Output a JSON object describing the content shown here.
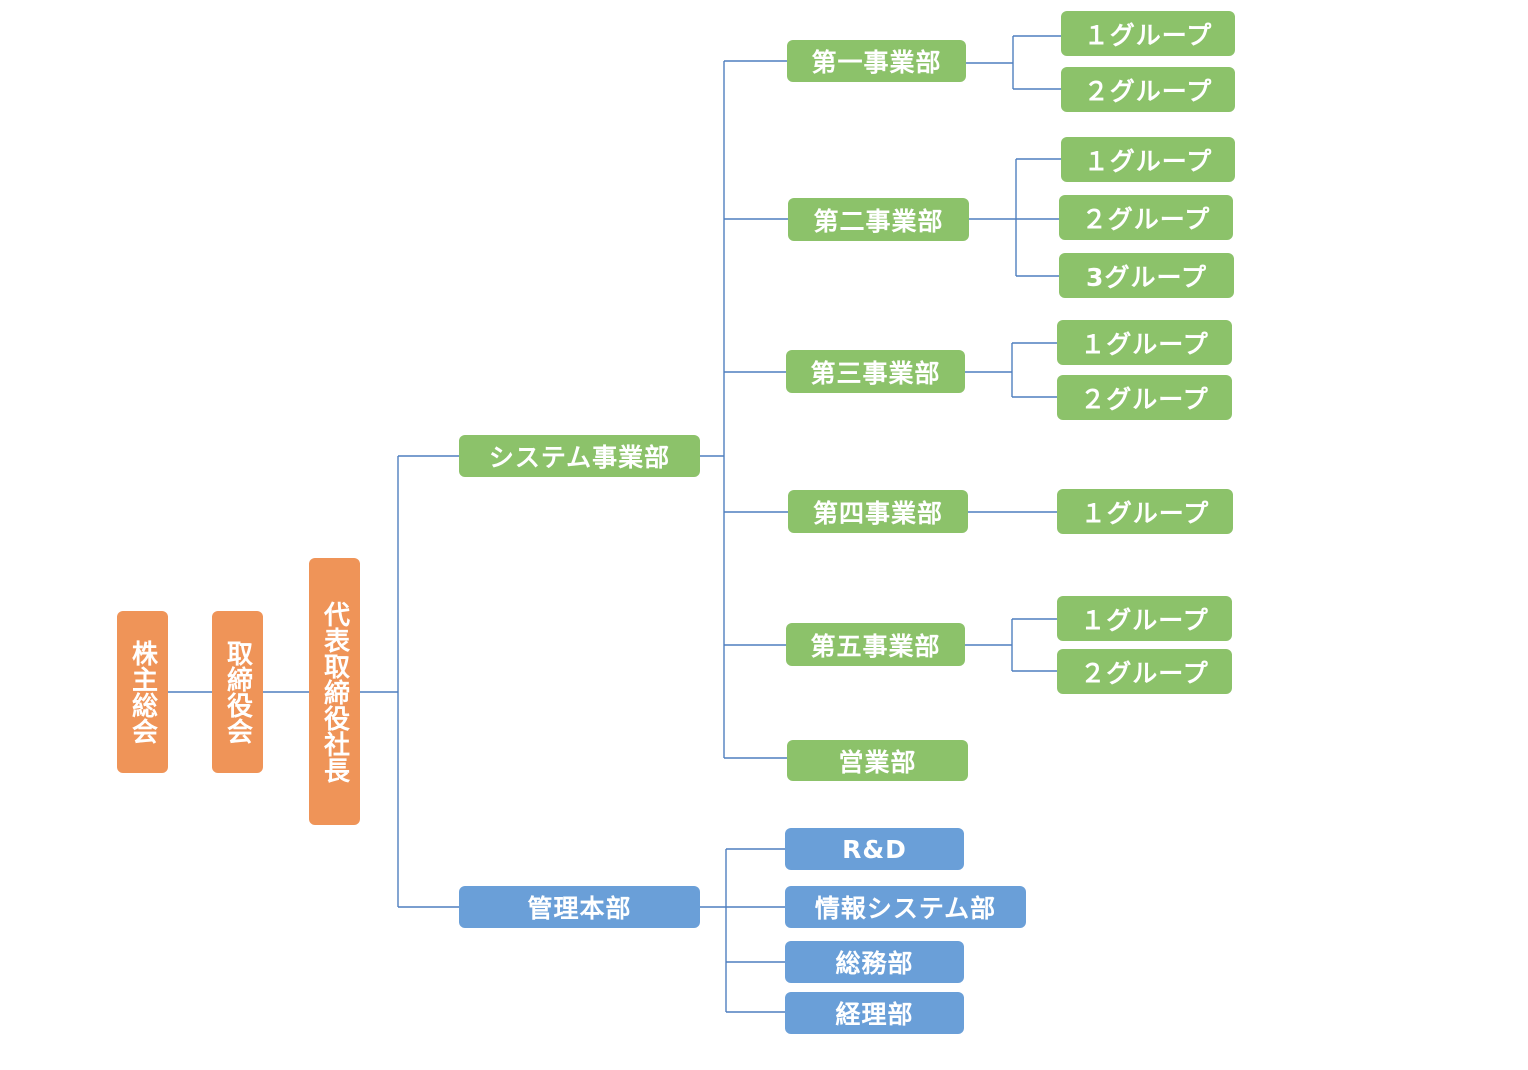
{
  "nodes": {
    "shareholders": "株主総会",
    "board": "取締役会",
    "president": "代表取締役社長",
    "system_div": "システム事業部",
    "admin_hq": "管理本部",
    "dept1": "第一事業部",
    "dept2": "第二事業部",
    "dept3": "第三事業部",
    "dept4": "第四事業部",
    "dept5": "第五事業部",
    "sales": "営業部",
    "d1_g1": "１グループ",
    "d1_g2": "２グループ",
    "d2_g1": "１グループ",
    "d2_g2": "２グループ",
    "d2_g3": "3グループ",
    "d3_g1": "１グループ",
    "d3_g2": "２グループ",
    "d4_g1": "１グループ",
    "d5_g1": "１グループ",
    "d5_g2": "２グループ",
    "rnd": "R&D",
    "info_sys": "情報システム部",
    "general_affairs": "総務部",
    "accounting": "経理部"
  },
  "colors": {
    "executive": "#ef9458",
    "system": "#8cc26a",
    "admin": "#6a9fd8",
    "connector": "#4f7fbf"
  }
}
